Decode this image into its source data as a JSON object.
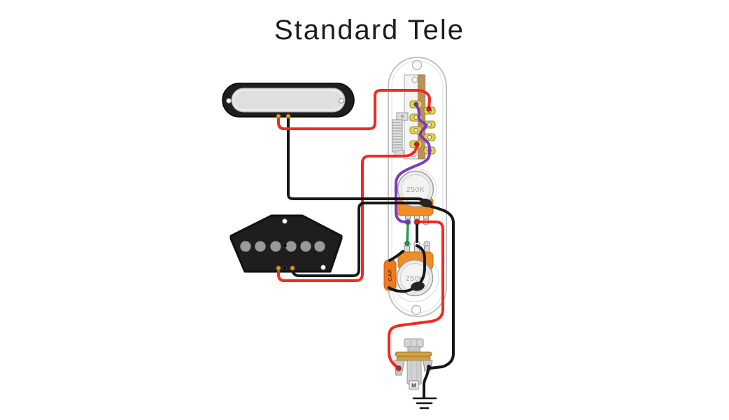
{
  "title": "Standard Tele",
  "components": {
    "volume_pot": {
      "value": "250K"
    },
    "tone_pot": {
      "value": "250K"
    },
    "capacitor": {
      "label": "CAP"
    },
    "output_jack": {
      "label": "M"
    }
  },
  "colors": {
    "wire_red": "#f5281e",
    "wire_black": "#161616",
    "wire_purple": "#7a3bc0",
    "wire_green": "#1e9e4f",
    "pot_orange": "#ef8d27",
    "cap_orange": "#f0791c",
    "lug_gold": "#e6d44e",
    "switch_bar_brown": "#bd9056",
    "eyelet_orange": "#e39a1d",
    "background": "#ffffff"
  },
  "wires": [
    {
      "color": "red",
      "from": "neck pickup hot",
      "to": "switch top right lug"
    },
    {
      "color": "black",
      "from": "neck pickup ground",
      "to": "volume pot casing"
    },
    {
      "color": "red",
      "from": "bridge pickup hot",
      "to": "switch bottom left lug"
    },
    {
      "color": "black",
      "from": "bridge pickup ground",
      "to": "volume pot casing"
    },
    {
      "color": "purple",
      "from": "switch output lug",
      "to": "volume pot left lug"
    },
    {
      "color": "green",
      "from": "volume pot left lug",
      "to": "tone pot left lug"
    },
    {
      "color": "black",
      "from": "tone pot middle lug",
      "to": "volume pot middle lug"
    },
    {
      "color": "black",
      "from": "tone pot lug via CAP",
      "to": "tone pot casing ground"
    },
    {
      "color": "red",
      "from": "volume pot middle lug",
      "to": "output jack tip lug"
    },
    {
      "color": "black",
      "from": "volume pot casing",
      "to": "output jack sleeve lug"
    },
    {
      "color": "black",
      "from": "output jack sleeve",
      "to": "ground symbol"
    }
  ]
}
